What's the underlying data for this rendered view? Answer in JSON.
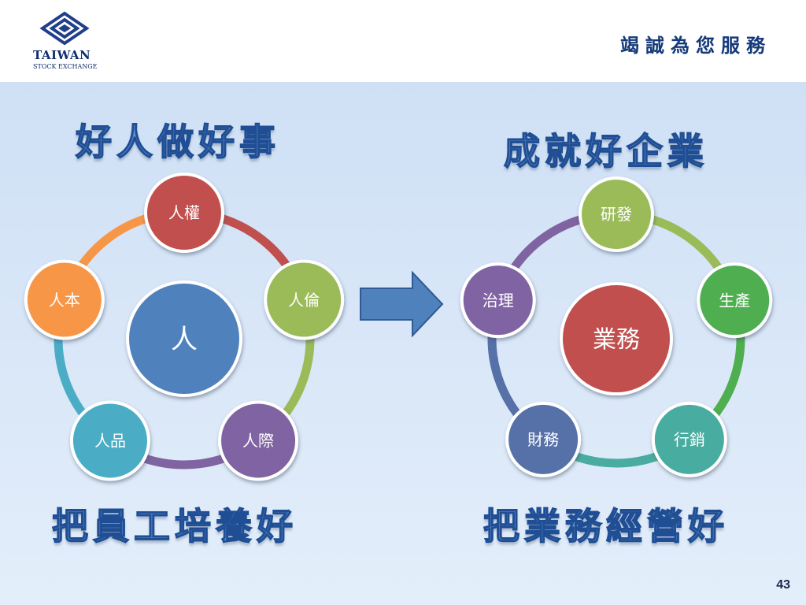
{
  "header": {
    "logo_name": "TAIWAN",
    "logo_sub": "STOCK EXCHANGE",
    "slogan": "竭誠為您服務"
  },
  "headlines": {
    "left_top": "好人做好事",
    "right_top": "成就好企業",
    "left_bottom": "把員工培養好",
    "right_bottom": "把業務經營好"
  },
  "cycles": [
    {
      "center": {
        "label": "人",
        "color": "#4f81bd"
      },
      "nodes": [
        {
          "label": "人權",
          "color": "#c0504d"
        },
        {
          "label": "人倫",
          "color": "#9bbb59"
        },
        {
          "label": "人際",
          "color": "#8064a2"
        },
        {
          "label": "人品",
          "color": "#4bacc6"
        },
        {
          "label": "人本",
          "color": "#f79646"
        }
      ]
    },
    {
      "center": {
        "label": "業務",
        "color": "#c0504d"
      },
      "nodes": [
        {
          "label": "研發",
          "color": "#9bbb59"
        },
        {
          "label": "生產",
          "color": "#4fae4f"
        },
        {
          "label": "行銷",
          "color": "#4aaca0"
        },
        {
          "label": "財務",
          "color": "#5670a8"
        },
        {
          "label": "治理",
          "color": "#8064a2"
        }
      ]
    }
  ],
  "arrow_color": "#4f81bd",
  "page_number": "43"
}
